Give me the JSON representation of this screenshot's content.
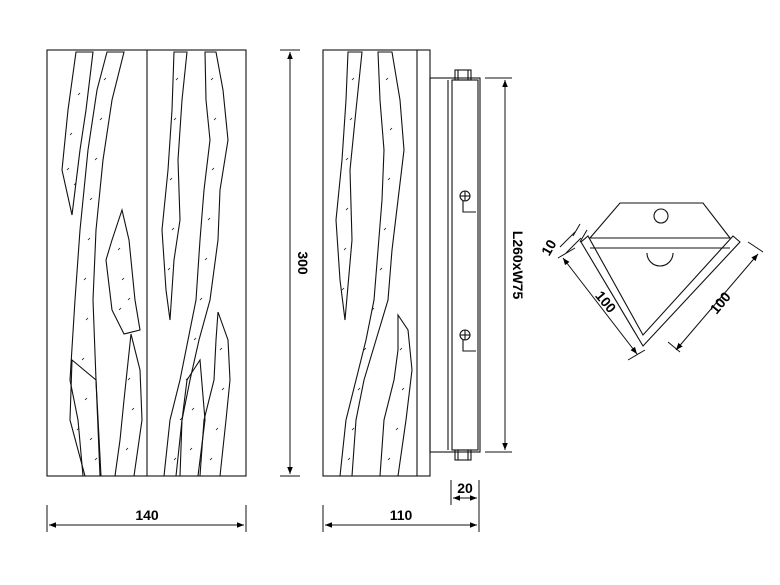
{
  "dimensions": {
    "front_width": "140",
    "height": "300",
    "side_width": "110",
    "bracket_depth": "20",
    "bracket_spec": "L260xW75",
    "top_offset": "10",
    "top_left_side": "100",
    "top_right_side": "100"
  },
  "colors": {
    "line": "#111111",
    "background": "#ffffff"
  }
}
